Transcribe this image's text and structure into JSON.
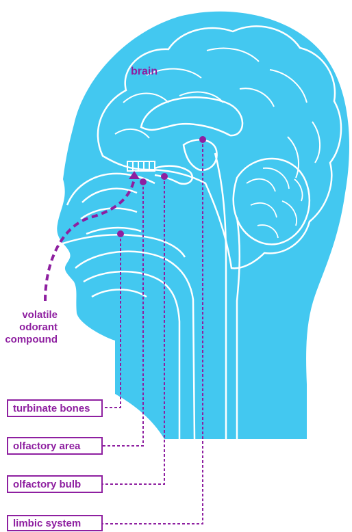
{
  "colors": {
    "head_fill": "#43c8f0",
    "outline": "#ffffff",
    "accent": "#8e1fa0"
  },
  "labels": {
    "brain": "brain",
    "odorant_line1": "volatile",
    "odorant_line2": "odorant",
    "odorant_line3": "compound",
    "turbinate_bones": "turbinate bones",
    "olfactory_area": "olfactory area",
    "olfactory_bulb": "olfactory bulb",
    "limbic_system": "limbic system"
  }
}
